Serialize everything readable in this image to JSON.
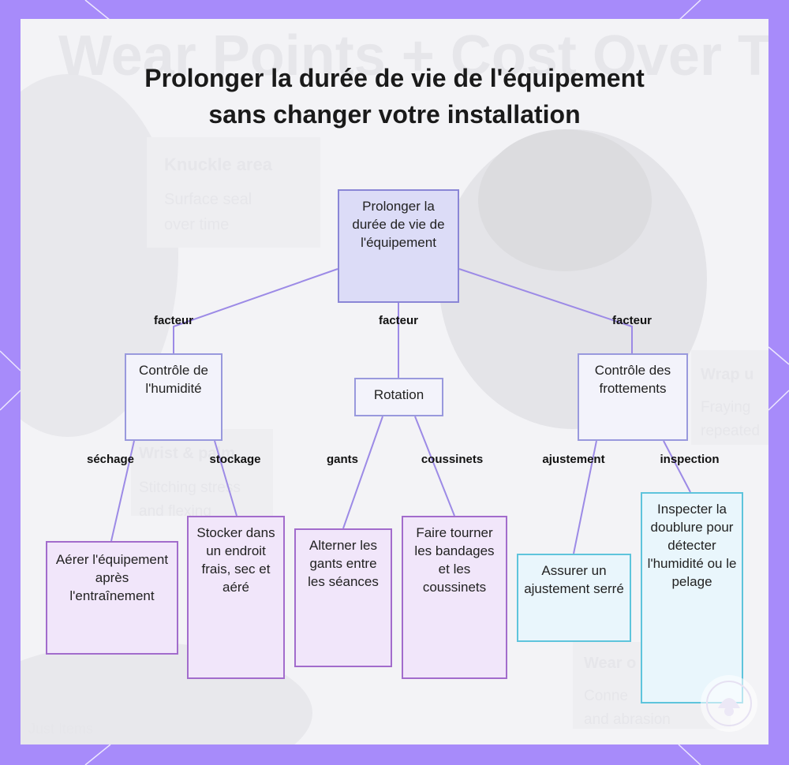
{
  "title": "Prolonger la durée de vie de l'équipement sans changer votre installation",
  "colors": {
    "frame": "#a78bfa",
    "root_fill": "#dcdcf7",
    "mid_fill": "#f3f3fb",
    "leaf_purple_fill": "#f1e6fa",
    "leaf_cyan_fill": "#e9f6fc",
    "connector": "#9c8ae6"
  },
  "background_text": {
    "headline": "Wear Points + Cost Over Tim",
    "t1": "Knuckle area",
    "t2": "Surface seal",
    "t3": "over time",
    "t4": "Wrist & palm",
    "t5": "Stitching stress",
    "t6": "and flexing",
    "t7": "Wrap u",
    "t8": "Fraying",
    "t9": "repeated",
    "t10": "Wear o",
    "t11": "Conne",
    "t12": "and abrasion",
    "t13": "Just Items"
  },
  "nodes": {
    "root": {
      "label": "Prolonger la durée de vie de l'équipement"
    },
    "humidite": {
      "label": "Contrôle de l'humidité"
    },
    "rotation": {
      "label": "Rotation"
    },
    "frottements": {
      "label": "Contrôle des frottements"
    },
    "aerer": {
      "label": "Aérer l'équipement après l'entraînement"
    },
    "stocker": {
      "label": "Stocker dans un endroit frais, sec et aéré"
    },
    "alterner": {
      "label": "Alterner les gants entre les séances"
    },
    "tourner": {
      "label": "Faire tourner les bandages et les coussinets"
    },
    "ajustement": {
      "label": "Assurer un ajustement serré"
    },
    "inspecter": {
      "label": "Inspecter la doublure pour détecter l'humidité ou le pelage"
    }
  },
  "edges": {
    "facteur_1": "facteur",
    "facteur_2": "facteur",
    "facteur_3": "facteur",
    "sechage": "séchage",
    "stockage": "stockage",
    "gants": "gants",
    "coussinets": "coussinets",
    "ajustement": "ajustement",
    "inspection": "inspection"
  }
}
